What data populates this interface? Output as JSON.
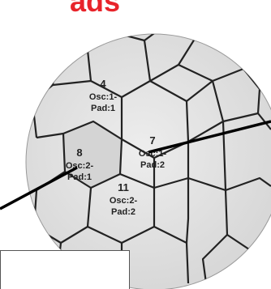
{
  "title": "ads",
  "cells": [
    {
      "number": "4",
      "osc": "Osc:1-",
      "pad": "Pad:1"
    },
    {
      "number": "7",
      "osc": "Osc:1-",
      "pad": "Pad:2"
    },
    {
      "number": "8",
      "osc": "Osc:2-",
      "pad": "Pad:1"
    },
    {
      "number": "11",
      "osc": "Osc:2-",
      "pad": "Pad:2"
    }
  ],
  "colors": {
    "title": "#e8232a",
    "lens_fill": "#e3e3e3",
    "honeycomb_stroke": "#222222",
    "pointer": "#000000"
  }
}
